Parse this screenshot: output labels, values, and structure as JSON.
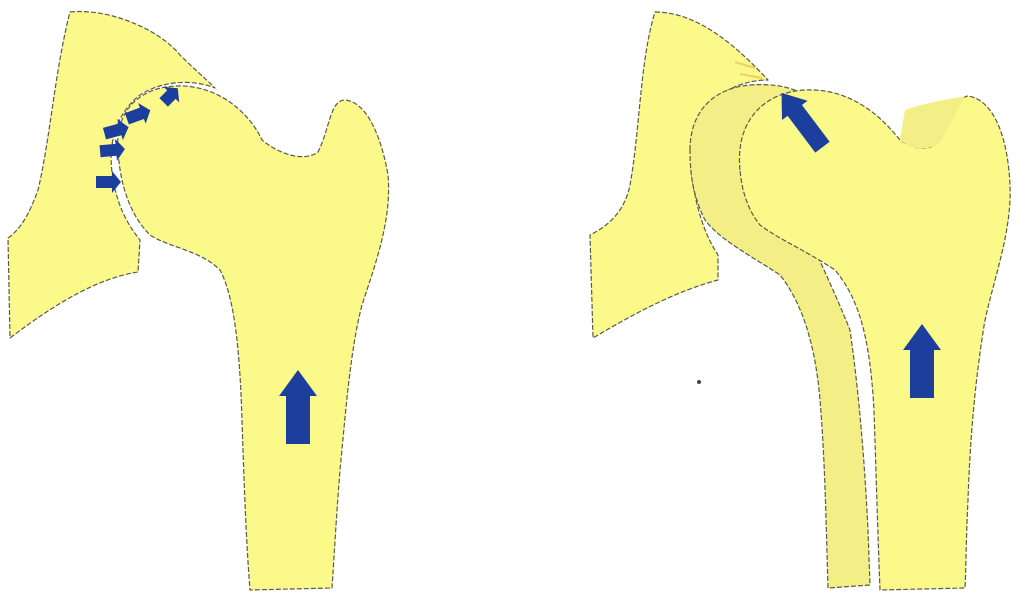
{
  "diagram": {
    "colors": {
      "bone_fill": "#fbf98a",
      "bone_shaded_fill": "#f3ef86",
      "outline": "#5a5a4a",
      "arrow": "#1c3f9e",
      "background": "#ffffff"
    },
    "panels": [
      {
        "id": "left",
        "parts": [
          "acetabulum",
          "femoral-head",
          "femur-shaft"
        ],
        "arrows": {
          "joint_force_arrows": 5,
          "shaft_arrows": 1
        }
      },
      {
        "id": "right",
        "parts": [
          "acetabulum",
          "displaced-femur-ghost",
          "femur"
        ],
        "arrows": {
          "joint_force_arrows": 1,
          "shaft_arrows": 1
        }
      }
    ]
  }
}
